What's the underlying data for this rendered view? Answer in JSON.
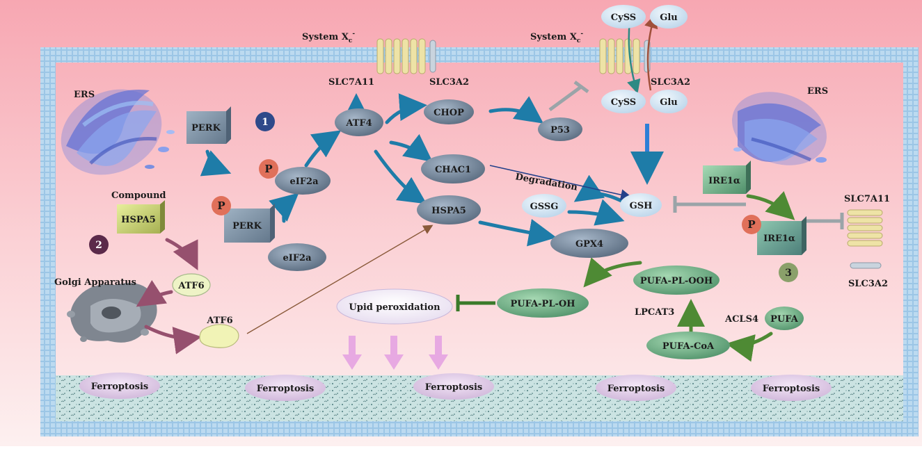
{
  "labels": {
    "system_xc_left": "System X",
    "system_xc_right": "System X",
    "system_xc_sub": "c",
    "system_xc_sup": "-",
    "slc7a11_top": "SLC7A11",
    "slc3a2_top_left": "SLC3A2",
    "slc3a2_top_right": "SLC3A2",
    "cyss_out": "CySS",
    "glu_out": "Glu",
    "cyss_in": "CySS",
    "glu_in": "Glu",
    "ers_left": "ERS",
    "ers_right": "ERS",
    "perk_box": "PERK",
    "num1": "1",
    "num2": "2",
    "num3": "3",
    "atf4": "ATF4",
    "chop": "CHOP",
    "p53": "P53",
    "chac1": "CHAC1",
    "degradation": "Degradation",
    "eif2a_p": "eIF2a",
    "eif2a": "eIF2a",
    "p": "P",
    "perk_p": "PERK",
    "compound": "Compound",
    "hspa5_box": "HSPA5",
    "hspa5": "HSPA5",
    "gssg": "GSSG",
    "gsh": "GSH",
    "gpx4": "GPX4",
    "ire1a_box": "IRE1α",
    "ire1a_p": "IRE1α",
    "slc7a11_right": "SLC7A11",
    "slc3a2_right": "SLC3A2",
    "golgi": "Golgi Apparatus",
    "atf6_a": "ATF6",
    "atf6_b": "ATF6",
    "upid": "Upid peroxidation",
    "pufa_pl_oh": "PUFA-PL-OH",
    "pufa_pl_ooh": "PUFA-PL-OOH",
    "lpcat3": "LPCAT3",
    "acls4": "ACLS4",
    "pufa": "PUFA",
    "pufa_coa": "PUFA-CoA",
    "ferroptosis": [
      "Ferroptosis",
      "Ferroptosis",
      "Ferroptosis",
      "Ferroptosis",
      "Ferroptosis"
    ]
  },
  "colors": {
    "membrane": "#8fbfe0",
    "arrow_blue": "#1e7ca8",
    "arrow_purple": "#96506e",
    "arrow_green": "#4e8a34",
    "inhibit_gray": "#9aa4a8",
    "node_dark": "#6f8194",
    "node_light": "#d8e8f4",
    "node_green": "#6fb088",
    "ferroptosis_fill": "#dcc8e6"
  }
}
